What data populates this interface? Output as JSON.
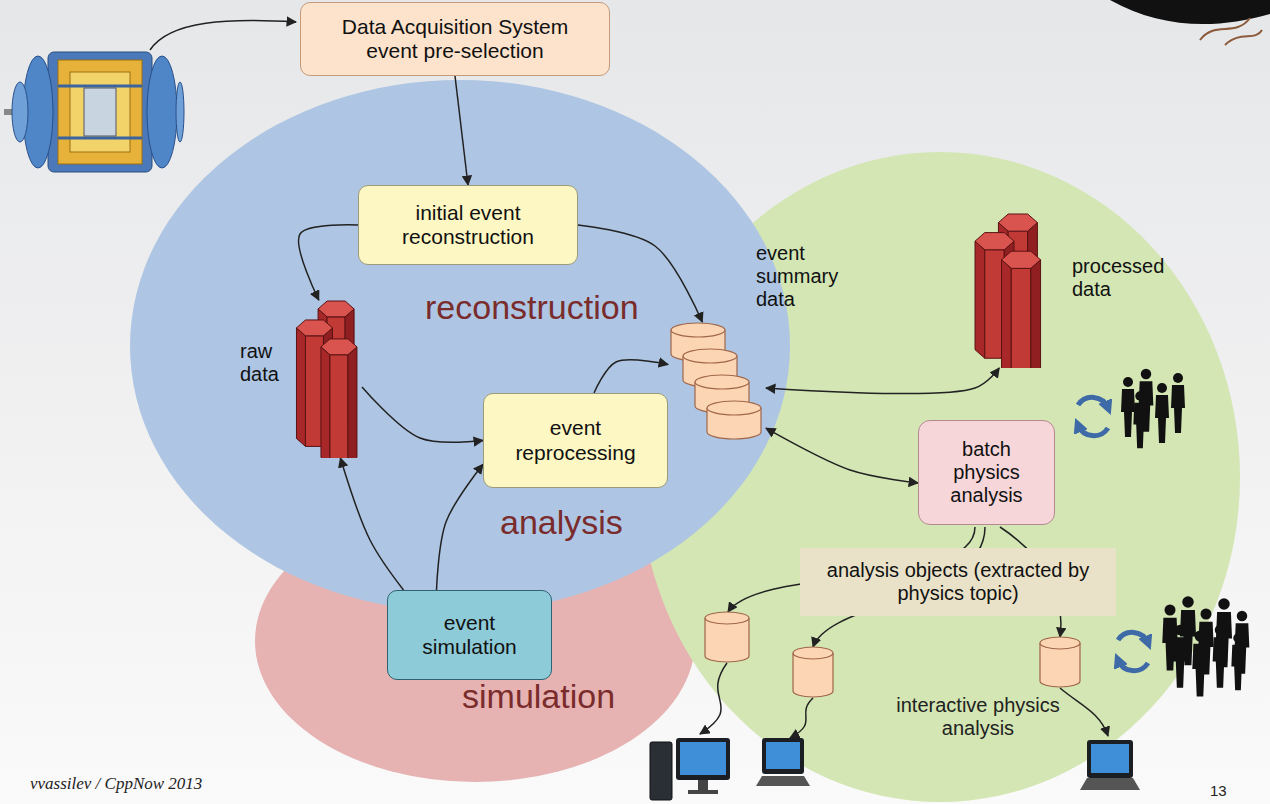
{
  "diagram": {
    "nodes": [
      {
        "text": [
          "Data Acquisition System event pre-selection"
        ]
      },
      {
        "text": [
          "reconstruction"
        ]
      },
      {
        "text": [
          "initial event reconstruction"
        ],
        "in": 1
      },
      {
        "text": [
          "raw data"
        ],
        "in": 1
      },
      {
        "text": [
          "event summary data"
        ],
        "in": 1
      },
      {
        "text": [
          "event reprocessing"
        ],
        "in": 1
      },
      {
        "text": [
          "simulation"
        ]
      },
      {
        "text": [
          "event simulation"
        ],
        "in": 6
      },
      {
        "text": [
          "analysis"
        ]
      },
      {
        "text": [
          "processed data"
        ],
        "in": 8
      },
      {
        "text": [
          "batch physics analysis"
        ],
        "in": 8
      },
      {
        "text": [
          "analysis objects (extracted by physics topic)"
        ],
        "in": 8
      }
    ],
    "edges": [
      {
        "from": 0,
        "to": 2,
        "arrow": "to"
      },
      {
        "from": 2,
        "to": 3,
        "arrow": "to"
      },
      {
        "from": 2,
        "to": 4,
        "arrow": "to"
      },
      {
        "from": 3,
        "to": 5,
        "arrow": "to"
      },
      {
        "from": 5,
        "to": 4,
        "arrow": "to"
      },
      {
        "from": 7,
        "to": 3,
        "arrow": "to"
      },
      {
        "from": 7,
        "to": 5,
        "arrow": "to"
      },
      {
        "from": 4,
        "to": 9,
        "arrow": "both"
      },
      {
        "from": 4,
        "to": 10,
        "arrow": "both"
      }
    ],
    "labels": [
      "interactive physics analysis",
      "vvassilev / CppNow 2013",
      "13"
    ]
  }
}
